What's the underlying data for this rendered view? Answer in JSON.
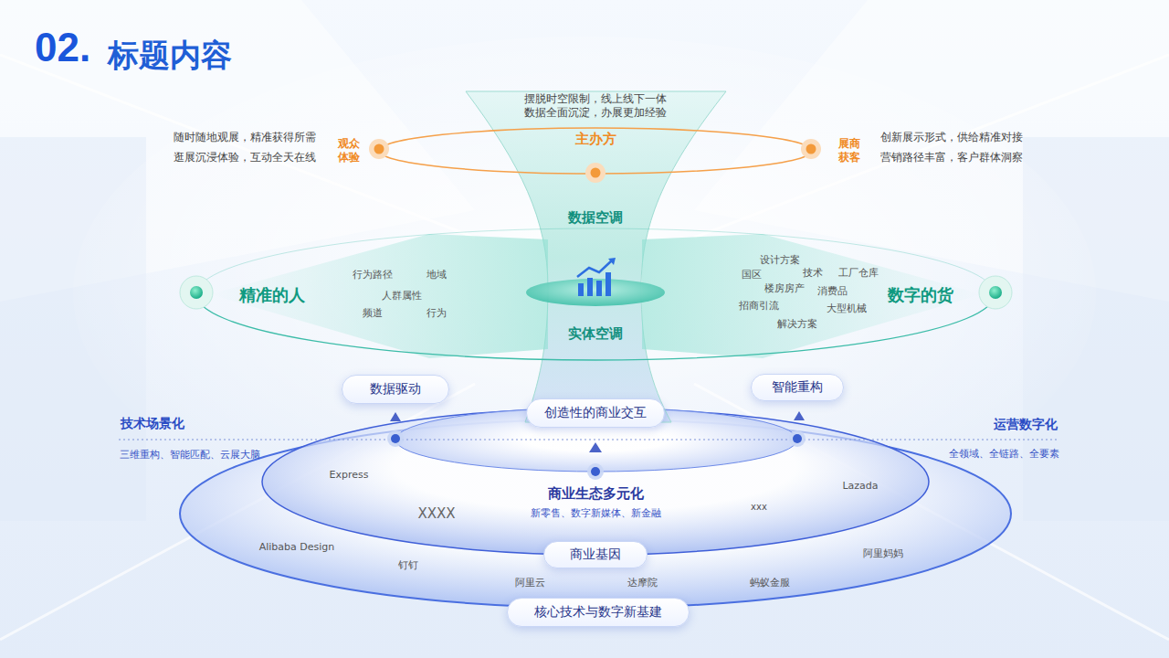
{
  "diagram": {
    "title": "标题内容",
    "nodes": [
      {
        "text": [
          "数据驱动"
        ]
      },
      {
        "text": [
          "智能重构"
        ]
      },
      {
        "text": [
          "创造性的商业交互"
        ]
      },
      {
        "text": [
          "商业基因"
        ]
      },
      {
        "text": [
          "核心技术与数字新基建"
        ]
      }
    ],
    "labels": [
      "02.",
      "摆脱时空限制，线上线下一体 数据全面沉淀，办展更加经验",
      "随时随地观展，精准获得所需 逛展沉浸体验，互动全天在线",
      "观众体验",
      "主办方",
      "展商获客",
      "创新展示形式，供给精准对接 营销路径丰富，客户群体洞察",
      "数据空调",
      "精准的人",
      "行为路径",
      "地域",
      "人群属性",
      "频道",
      "行为",
      "设计方案",
      "国区",
      "技术",
      "工厂仓库",
      "楼房房产",
      "消费品",
      "招商引流",
      "大型机械",
      "解决方案",
      "数字的货",
      "实体空调",
      "技术场景化",
      "三维重构、智能匹配、云展大脑",
      "运营数字化",
      "全领域、全链路、全要素",
      "Express",
      "Lazada",
      "商业生态多元化",
      "XXXX",
      "新零售、数字新媒体、新金融",
      "xxx",
      "Alibaba Design",
      "阿里妈妈",
      "钉钉",
      "阿里云",
      "达摩院",
      "蚂蚁金服"
    ]
  }
}
